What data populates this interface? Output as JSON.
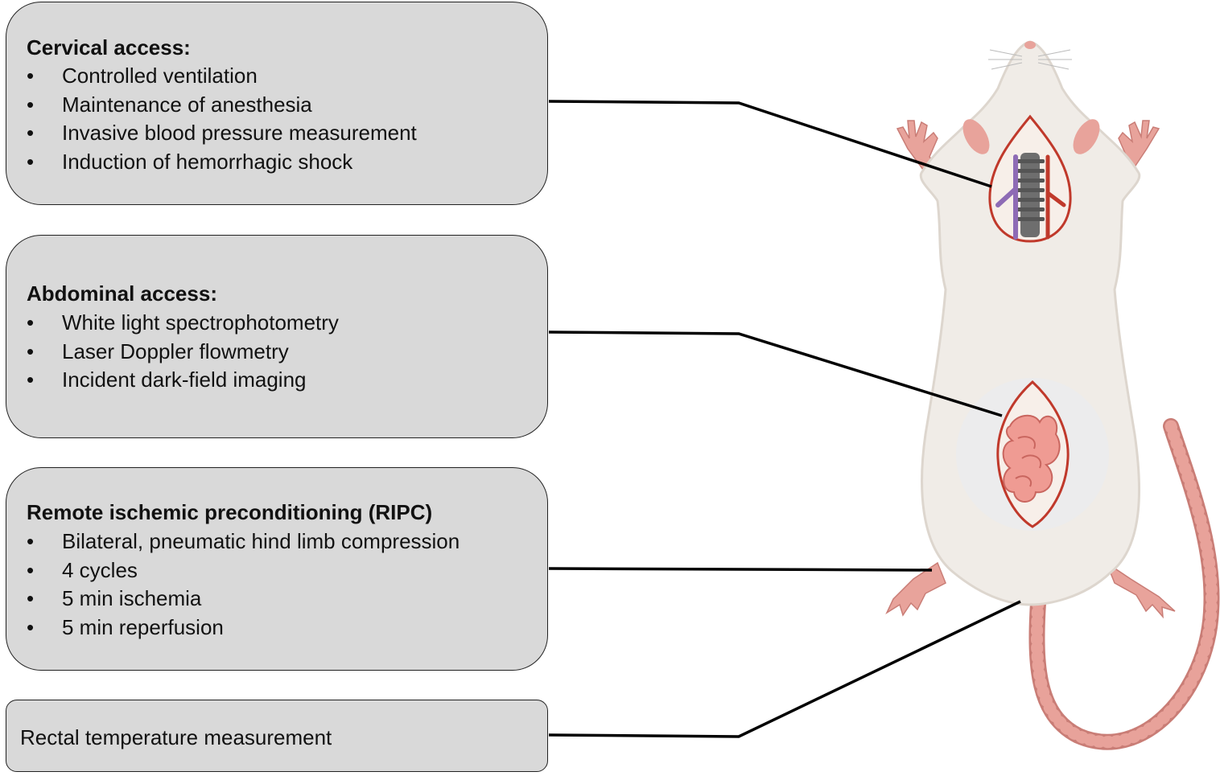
{
  "boxes": {
    "cervical": {
      "title": "Cervical access:",
      "items": [
        "Controlled ventilation",
        "Maintenance of anesthesia",
        "Invasive blood pressure measurement",
        "Induction of hemorrhagic shock"
      ]
    },
    "abdominal": {
      "title": "Abdominal access:",
      "items": [
        "White light spectrophotometry",
        "Laser Doppler flowmetry",
        "Incident dark-field imaging"
      ]
    },
    "ripc": {
      "title": "Remote ischemic preconditioning (RIPC)",
      "items": [
        "Bilateral, pneumatic hind limb compression",
        "4 cycles",
        "5 min ischemia",
        "5 min reperfusion"
      ]
    },
    "rectal": {
      "label": "Rectal temperature measurement"
    }
  },
  "bullet": "•",
  "colors": {
    "box_fill": "#d9d9d9",
    "box_border": "#222222",
    "connector": "#000000",
    "rat_body": "#f0ece7",
    "rat_shadow": "#ddd6ce",
    "rat_pink": "#e8a39b",
    "tail": "#e8a29a",
    "intestine": "#ef9b93",
    "vein": "#8e6bb5",
    "artery": "#c0392b",
    "trachea": "#6e6e6e"
  },
  "illustration": {
    "subject": "rat-ventral-view-icon"
  }
}
